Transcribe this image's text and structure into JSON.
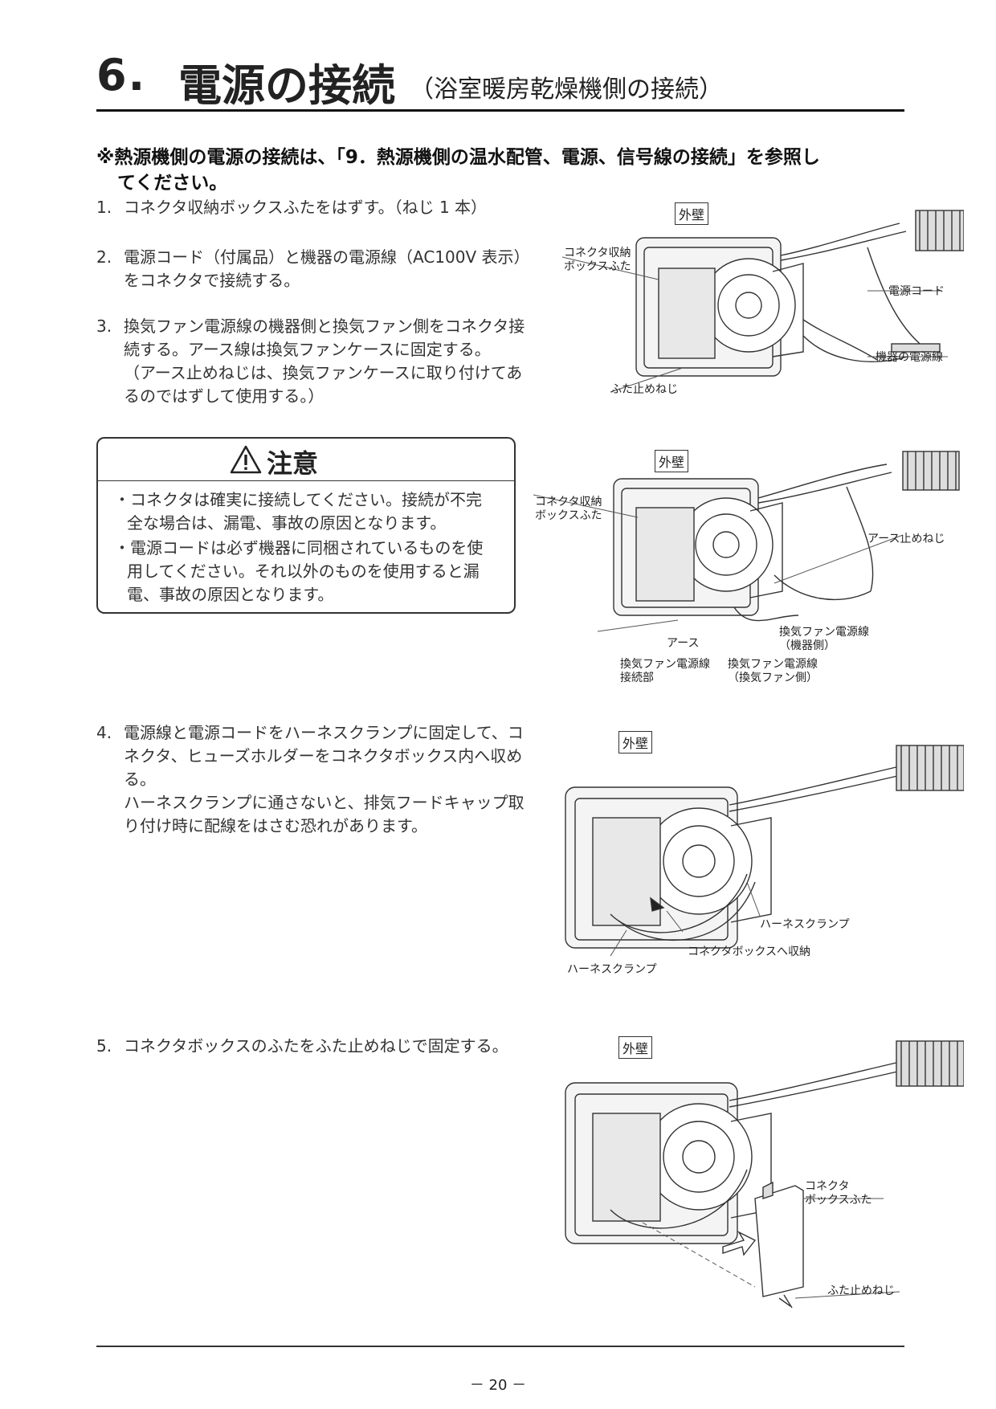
{
  "header": {
    "number": "6.",
    "title": "電源の接続",
    "subtitle": "（浴室暖房乾燥機側の接続）"
  },
  "note": {
    "line1": "※熱源機側の電源の接続は、「9．熱源機側の温水配管、電源、信号線の接続」を参照し",
    "line2": "てください。"
  },
  "steps": [
    {
      "num": "1.",
      "lines": [
        "コネクタ収納ボックスふたをはずす。（ねじ 1 本）"
      ]
    },
    {
      "num": "2.",
      "lines": [
        "電源コード（付属品）と機器の電源線（AC100V 表示）",
        "をコネクタで接続する。"
      ]
    },
    {
      "num": "3.",
      "lines": [
        "換気ファン電源線の機器側と換気ファン側をコネクタ接",
        "続する。アース線は換気ファンケースに固定する。",
        "（アース止めねじは、換気ファンケースに取り付けてあ",
        "るのではずして使用する。）"
      ]
    },
    {
      "num": "4.",
      "lines": [
        "電源線と電源コードをハーネスクランプに固定して、コ",
        "ネクタ、ヒューズホルダーをコネクタボックス内へ収め",
        "る。",
        "ハーネスクランプに通さないと、排気フードキャップ取",
        "り付け時に配線をはさむ恐れがあります。"
      ]
    },
    {
      "num": "5.",
      "lines": [
        "コネクタボックスのふたをふた止めねじで固定する。"
      ]
    }
  ],
  "caution": {
    "title": "注意",
    "bullets": [
      [
        "・コネクタは確実に接続してください。接続が不完",
        "全な場合は、漏電、事故の原因となります。"
      ],
      [
        "・電源コードは必ず機器に同梱されているものを使",
        "用してください。それ以外のものを使用すると漏",
        "電、事故の原因となります。"
      ]
    ]
  },
  "figures": {
    "fig1": {
      "wall": "外壁",
      "cover": [
        "コネクタ収納",
        "ボックスふた"
      ],
      "power_cord": "電源コード",
      "device_power": "機器の電源線",
      "cover_screw": "ふた止めねじ"
    },
    "fig2": {
      "wall": "外壁",
      "cover": [
        "コネクタ収納",
        "ボックスふた"
      ],
      "earth_screw": "アース止めねじ",
      "earth": "アース",
      "fan_device": [
        "換気ファン電源線",
        "（機器側）"
      ],
      "fan_joint": [
        "換気ファン電源線",
        "接続部"
      ],
      "fan_side": [
        "換気ファン電源線",
        "（換気ファン側）"
      ]
    },
    "fig3": {
      "wall": "外壁",
      "clamp_right": "ハーネスクランプ",
      "connector_box": "コネクタボックスへ収納",
      "clamp_left": "ハーネスクランプ"
    },
    "fig4": {
      "wall": "外壁",
      "cover": [
        "コネクタ",
        "ボックスふた"
      ],
      "cover_screw": "ふた止めねじ"
    }
  },
  "footer": {
    "page": "－ 20 －"
  }
}
